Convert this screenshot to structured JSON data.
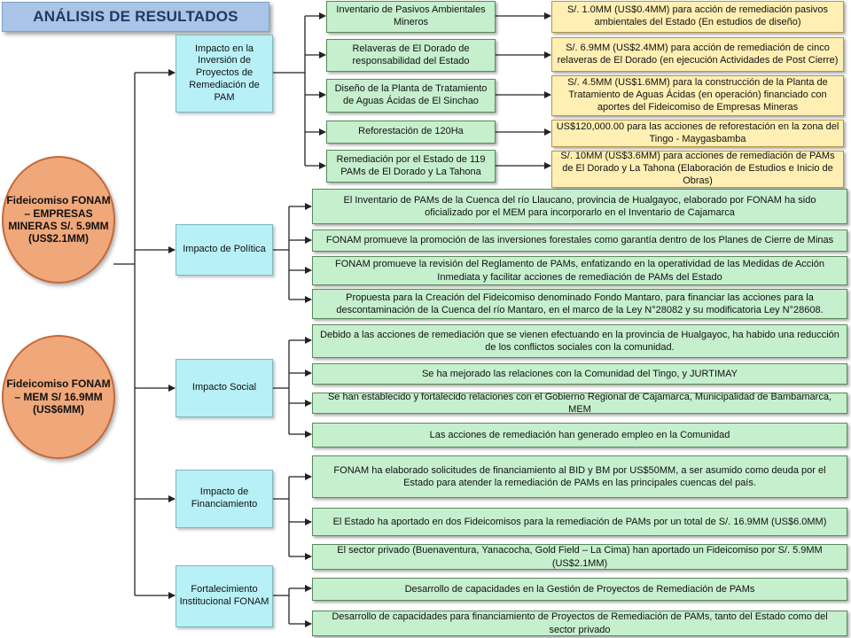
{
  "title": "ANÁLISIS DE RESULTADOS",
  "sources": [
    "Fideicomiso FONAM – EMPRESAS MINERAS S/. 5.9MM (US$2.1MM)",
    "Fideicomiso FONAM – MEM S/ 16.9MM (US$6MM)"
  ],
  "categories": [
    "Impacto en la Inversión de Proyectos de Remediación de PAM",
    "Impacto de Política",
    "Impacto Social",
    "Impacto de Financiamiento",
    "Fortalecimiento Institucional FONAM"
  ],
  "projects": [
    {
      "name": "Inventario de Pasivos Ambientales Mineros",
      "detail": "S/. 1.0MM (US$0.4MM) para acción de remediación pasivos ambientales del Estado (En estudios de diseño)"
    },
    {
      "name": "Relaveras de El Dorado de responsabilidad del Estado",
      "detail": "S/. 6.9MM (US$2.4MM) para acción de remediación de cinco relaveras de El Dorado (en ejecución Actividades de Post Cierre)"
    },
    {
      "name": "Diseño de la Planta de Tratamiento de Aguas Ácidas de El Sinchao",
      "detail": "S/. 4.5MM (US$1.6MM) para la construcción de la Planta de Tratamiento de Aguas Ácidas (en operación) financiado con aportes del Fideicomiso de Empresas Mineras"
    },
    {
      "name": "Reforestación de 120Ha",
      "detail": "US$120,000.00 para las acciones de reforestación en la zona del Tingo - Maygasbamba"
    },
    {
      "name": "Remediación por el Estado de 119 PAMs de El Dorado y La Tahona",
      "detail": "S/. 10MM (US$3.6MM) para acciones de remediación de PAMs de El Dorado y La Tahona (Elaboración de Estudios e Inicio de Obras)"
    }
  ],
  "policy": [
    "El Inventario de PAMs de la Cuenca del río Llaucano, provincia de Hualgayoc, elaborado por FONAM ha sido oficializado por el MEM para incorporarlo en el Inventario de Cajamarca",
    "FONAM promueve la promoción de las inversiones forestales como garantía dentro de los Planes de Cierre de Minas",
    "FONAM promueve la revisión del Reglamento de PAMs, enfatizando en la operatividad de las Medidas de Acción Inmediata y facilitar acciones de remediación de PAMs del Estado",
    "Propuesta para la Creación del Fideicomiso denominado Fondo Mantaro, para financiar las acciones para la descontaminación de la Cuenca del río Mantaro, en el marco de la Ley N°28082 y su modificatoria Ley N°28608."
  ],
  "social": [
    "Debido a las acciones de remediación que se vienen efectuando en la provincia de Hualgayoc, ha habido una reducción de los conflictos sociales con la comunidad.",
    "Se ha mejorado las relaciones con la Comunidad del Tingo, y JURTIMAY",
    "Se han establecido y fortalecido relaciones con el Gobierno Regional de Cajamarca, Municipalidad de Bambamarca, MEM",
    "Las acciones de remediación han generado empleo en la Comunidad"
  ],
  "financing": [
    "FONAM ha elaborado solicitudes de financiamiento al BID y BM por US$50MM, a ser asumido como deuda por el Estado para atender la remediación de PAMs en las principales cuencas del país.",
    "El Estado ha aportado en dos Fideicomisos para la remediación de PAMs por un total de S/. 16.9MM (US$6.0MM)",
    "El sector privado (Buenaventura, Yanacocha, Gold Field – La Cima) han aportado un Fideicomiso por S/. 5.9MM (US$2.1MM)"
  ],
  "institutional": [
    "Desarrollo de capacidades en la Gestión de Proyectos de Remediación de PAMs",
    "Desarrollo de capacidades para financiamiento de Proyectos de Remediación de PAMs, tanto del Estado como del sector privado"
  ]
}
